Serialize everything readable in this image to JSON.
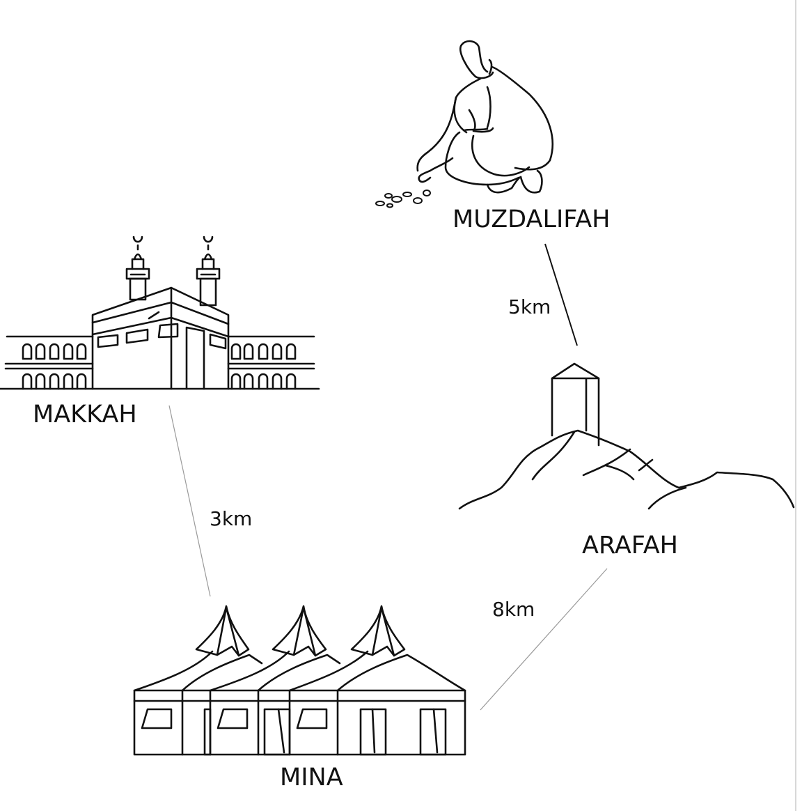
{
  "diagram": {
    "type": "hajj-route-map",
    "places": [
      {
        "id": "makkah",
        "label": "MAKKAH",
        "illustration": "kaaba-mosque"
      },
      {
        "id": "muzdalifah",
        "label": "MUZDALIFAH",
        "illustration": "pilgrim-collecting-pebbles"
      },
      {
        "id": "arafah",
        "label": "ARAFAH",
        "illustration": "mount-arafat"
      },
      {
        "id": "mina",
        "label": "MINA",
        "illustration": "tent-city"
      }
    ],
    "routes": [
      {
        "from": "makkah",
        "to": "mina",
        "distance": "3km"
      },
      {
        "from": "mina",
        "to": "arafah",
        "distance": "8km"
      },
      {
        "from": "muzdalifah",
        "to": "arafah",
        "distance": "5km"
      }
    ],
    "colors": {
      "ink": "#111111",
      "route_line": "#9a9a9a",
      "background": "#ffffff"
    }
  }
}
